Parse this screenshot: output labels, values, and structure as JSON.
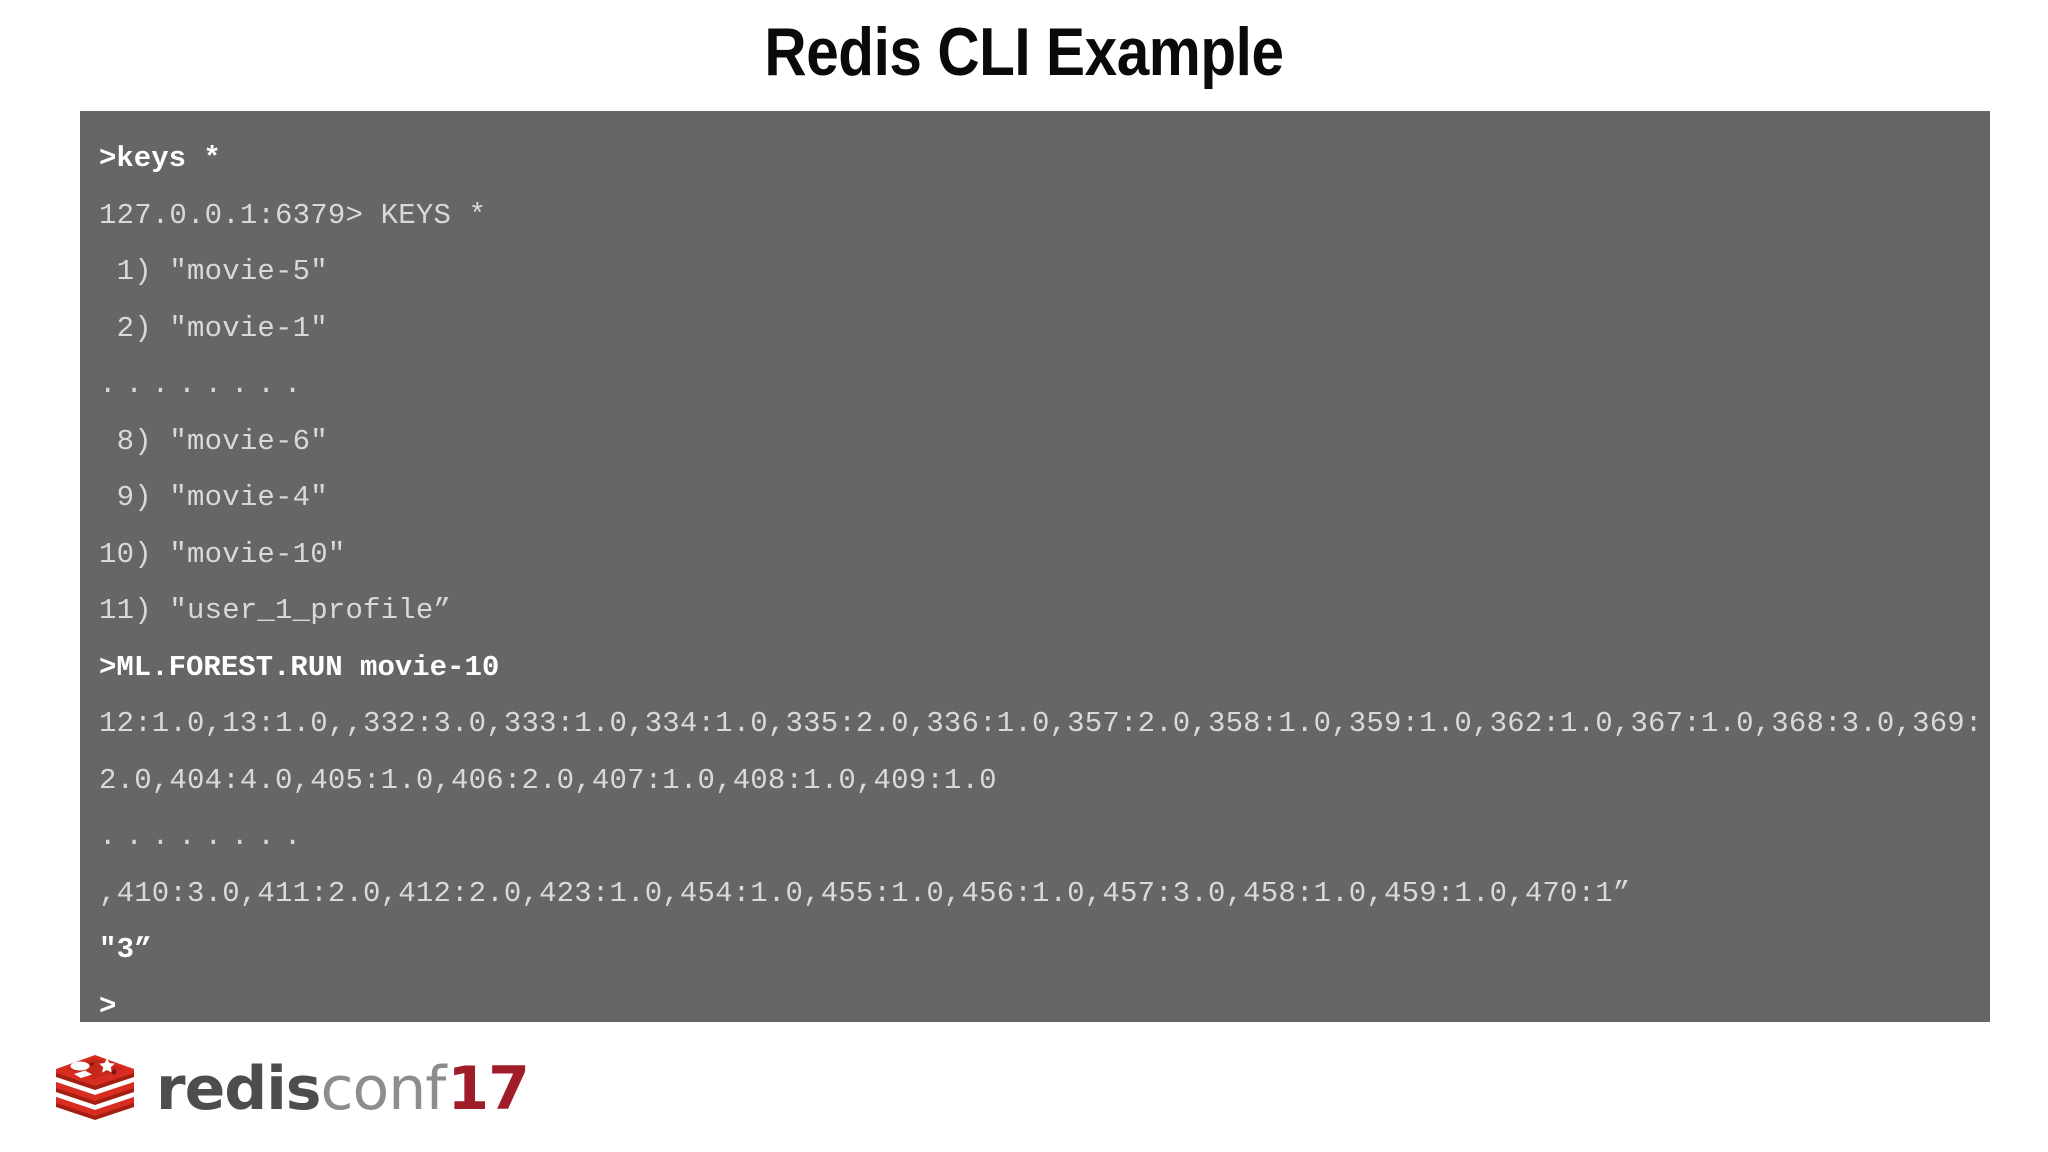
{
  "slide": {
    "title": "Redis CLI Example",
    "background_color": "#ffffff",
    "title_color": "#0a0a0a"
  },
  "terminal": {
    "background_color": "#666666",
    "command_color": "#ffffff",
    "output_color": "#d9d9d9",
    "lines": [
      {
        "type": "command",
        "text": ">keys *"
      },
      {
        "type": "output",
        "text": "127.0.0.1:6379> KEYS *"
      },
      {
        "type": "output",
        "text": " 1) \"movie-5\""
      },
      {
        "type": "output",
        "text": " 2) \"movie-1\""
      },
      {
        "type": "dots",
        "text": "........"
      },
      {
        "type": "output",
        "text": " 8) \"movie-6\""
      },
      {
        "type": "output",
        "text": " 9) \"movie-4\""
      },
      {
        "type": "output",
        "text": "10) \"movie-10\""
      },
      {
        "type": "output",
        "text": "11) \"user_1_profile”"
      },
      {
        "type": "command",
        "text": ">ML.FOREST.RUN movie-10"
      },
      {
        "type": "output",
        "text": "12:1.0,13:1.0,,332:3.0,333:1.0,334:1.0,335:2.0,336:1.0,357:2.0,358:1.0,359:1.0,362:1.0,367:1.0,368:3.0,369:2.0,404:4.0,405:1.0,406:2.0,407:1.0,408:1.0,409:1.0"
      },
      {
        "type": "dots",
        "text": "........"
      },
      {
        "type": "output",
        "text": ",410:3.0,411:2.0,412:2.0,423:1.0,454:1.0,455:1.0,456:1.0,457:3.0,458:1.0,459:1.0,470:1”"
      },
      {
        "type": "result",
        "text": "\"3”"
      },
      {
        "type": "prompt",
        "text": ">"
      }
    ]
  },
  "footer": {
    "logo": {
      "mark_name": "redis-cube-logo",
      "mark_color": "#d82c20",
      "brand": "redis",
      "brand_color": "#4d4d4d",
      "suffix": "conf",
      "suffix_color": "#8d8d8d",
      "year": "17",
      "year_color": "#a01c28"
    }
  }
}
